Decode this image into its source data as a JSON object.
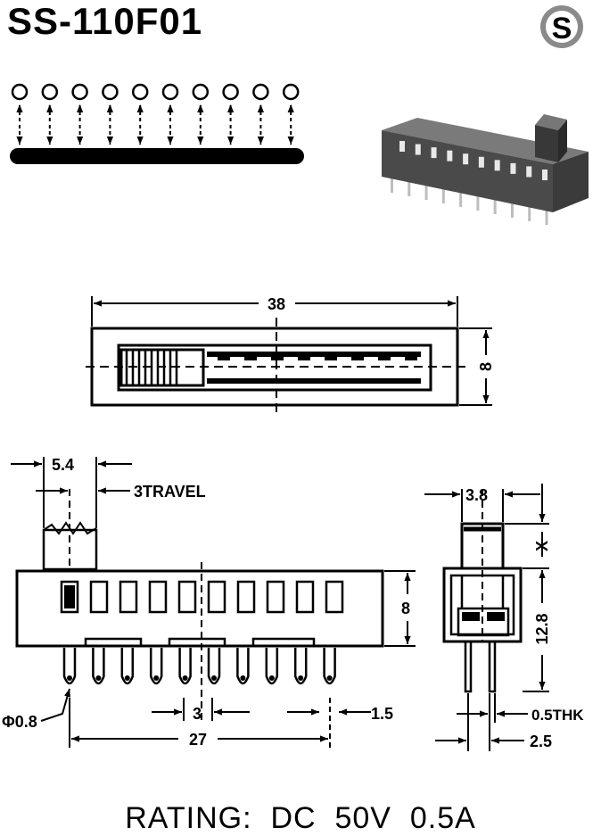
{
  "title": "SS-110F01",
  "logo_letter": "S",
  "rating": "RATING:  DC  50V  0.5A",
  "dimensions": {
    "length": "38",
    "width": "8",
    "handle_width": "5.4",
    "travel": "3TRAVEL",
    "pin_diameter": "Φ0.8",
    "pitch": "3",
    "edge_offset": "1.5",
    "pin_span": "27",
    "height": "8",
    "side_handle_width": "3.8",
    "handle_height": "X",
    "side_height": "12.8",
    "pin_thickness": "0.5THK",
    "pin_row_spacing": "2.5"
  },
  "schematic": {
    "positions": 10
  },
  "colors": {
    "ink": "#000000",
    "body": "#4a4a4a",
    "logo": "#8a8a8a"
  }
}
